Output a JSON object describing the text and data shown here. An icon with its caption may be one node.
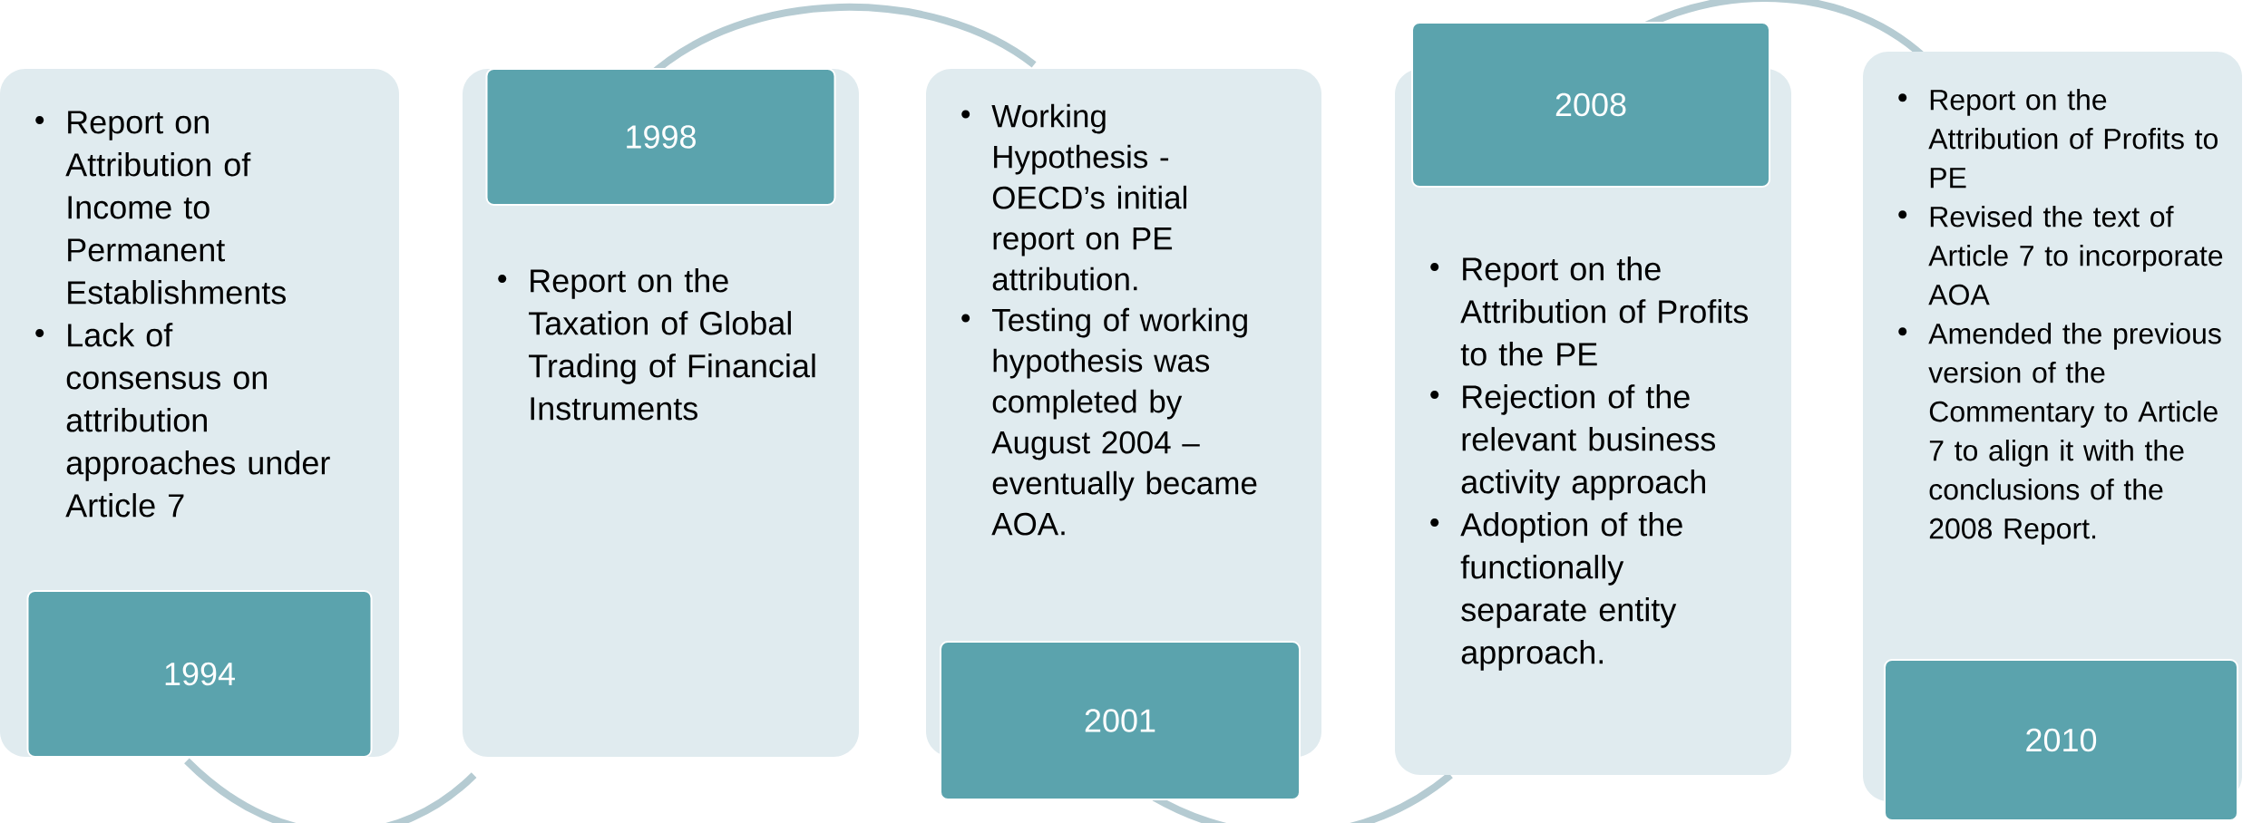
{
  "diagram": {
    "nodes": [
      {
        "text": [
          "Report on Attribution of Income to Permanent Establishments",
          "Lack of consensus on attribution approaches under Article 7"
        ]
      },
      {
        "text": [
          "1994"
        ],
        "in": 0
      },
      {
        "text": [
          "Report on the Taxation of Global Trading of Financial Instruments"
        ]
      },
      {
        "text": [
          "1998"
        ],
        "in": 2
      },
      {
        "text": [
          "Working Hypothesis - OECD’s initial report on PE attribution.",
          "Testing of working hypothesis was completed by August 2004 – eventually became AOA."
        ]
      },
      {
        "text": [
          "2001"
        ]
      },
      {
        "text": [
          "Report on the Attribution of Profits to the PE",
          "Rejection of the relevant business activity approach",
          "Adoption of the functionally separate entity approach."
        ]
      },
      {
        "text": [
          "2008"
        ]
      },
      {
        "text": [
          "Report on the Attribution of Profits to PE",
          "Revised the text of Article 7 to incorporate AOA",
          "Amended the previous version of the Commentary to Article 7 to align it with the conclusions of the 2008 Report."
        ]
      },
      {
        "text": [
          "2010"
        ]
      }
    ]
  }
}
